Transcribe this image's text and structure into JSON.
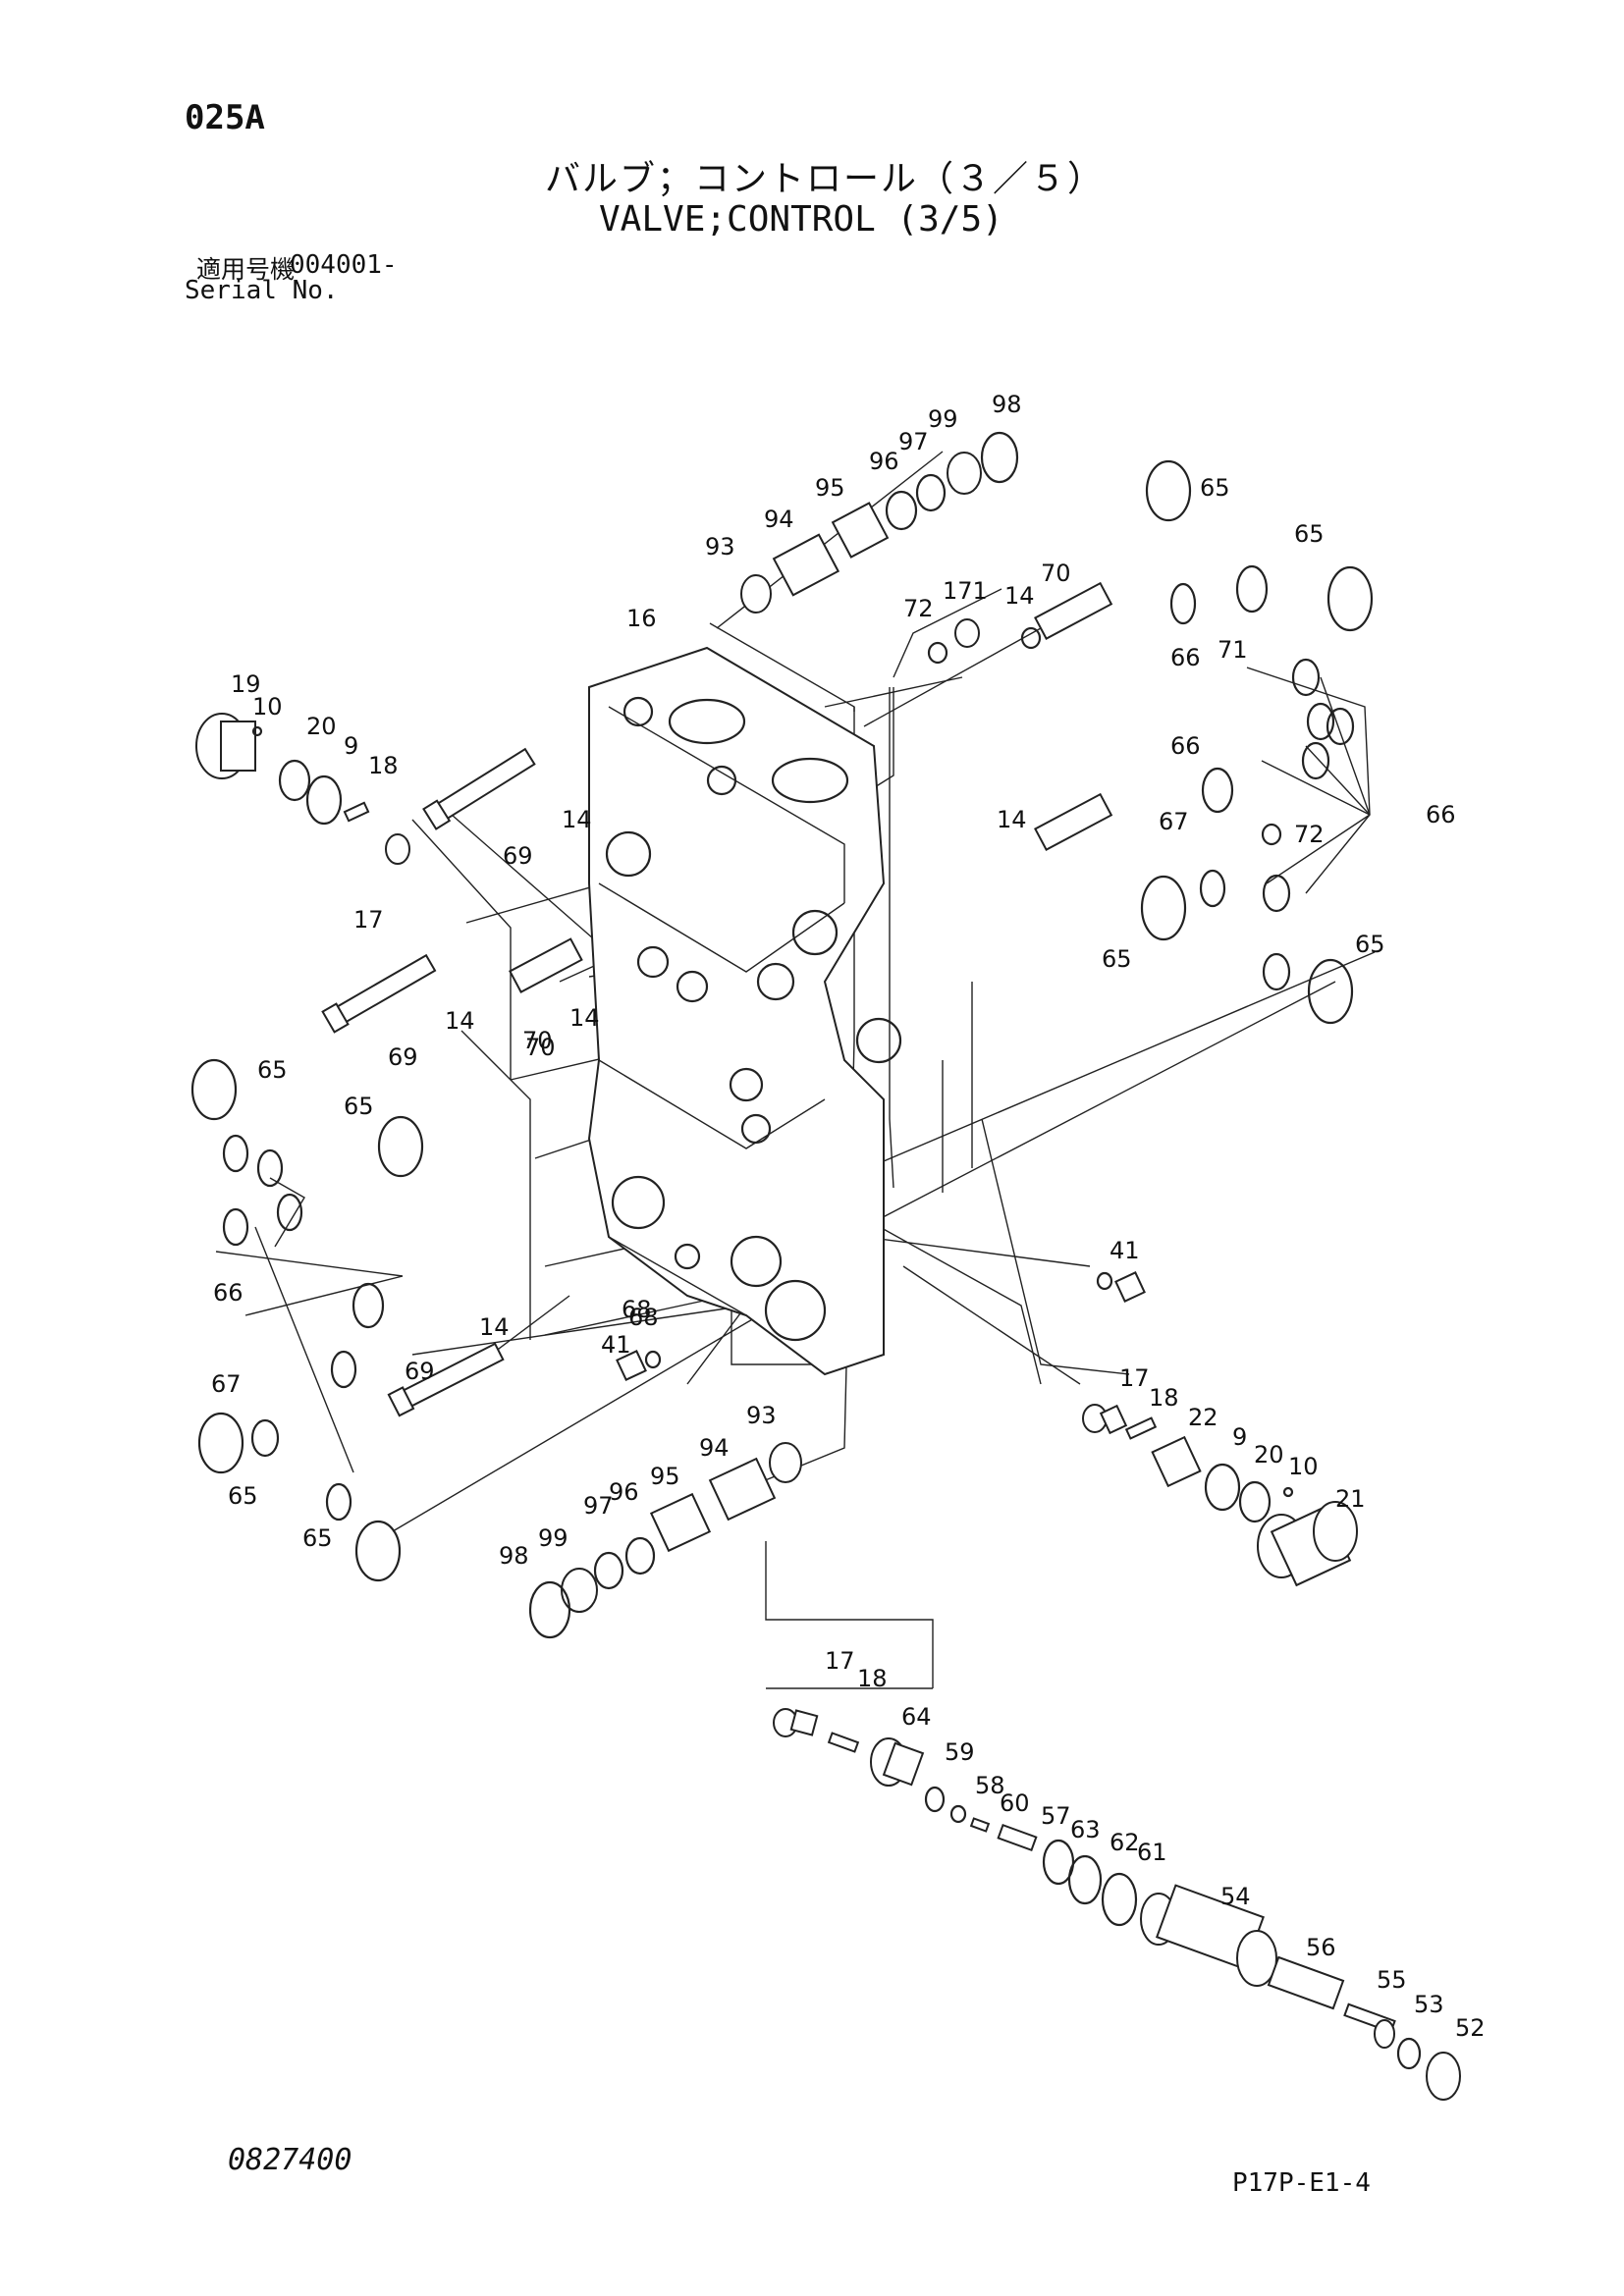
{
  "header": {
    "page_id": "025A",
    "title_jp": "バルブ；コントロール（３／５）",
    "title_en": "VALVE;CONTROL (3/5)",
    "serial_label_jp": "適用号機",
    "serial_value": "004001-",
    "serial_label_en": "Serial No."
  },
  "footer": {
    "document_number": "0827400",
    "page_code": "P17P-E1-4"
  },
  "callouts": [
    "98",
    "99",
    "97",
    "96",
    "95",
    "94",
    "93",
    "65",
    "70",
    "171",
    "72",
    "14",
    "65",
    "71",
    "66",
    "16",
    "19",
    "10",
    "20",
    "9",
    "18",
    "66",
    "14",
    "69",
    "17",
    "14",
    "70",
    "67",
    "72",
    "66",
    "65",
    "65",
    "14",
    "69",
    "70",
    "14",
    "65",
    "65",
    "66",
    "68",
    "41",
    "14",
    "68",
    "69",
    "41",
    "67",
    "17",
    "18",
    "22",
    "65",
    "9",
    "20",
    "10",
    "21",
    "93",
    "94",
    "95",
    "65",
    "97",
    "96",
    "99",
    "98",
    "17",
    "18",
    "64",
    "59",
    "58",
    "60",
    "57",
    "63",
    "62",
    "61",
    "54",
    "56",
    "55",
    "53",
    "52"
  ]
}
